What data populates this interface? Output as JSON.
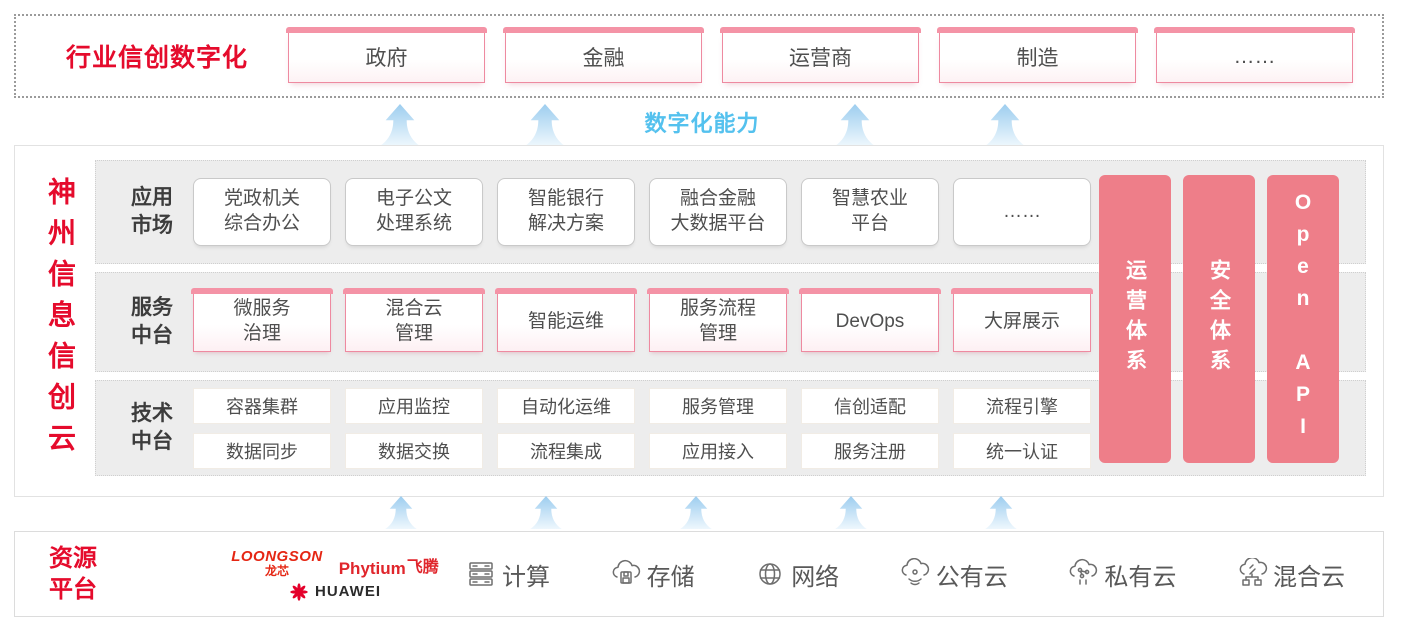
{
  "colors": {
    "brand_red": "#e50b2c",
    "pillar_pink": "#ee7e89",
    "box_border_pink": "#ee8aa0",
    "box_cap_pink": "#f493a6",
    "capability_blue": "#54c1ee",
    "layer_row_gray": "#ededed"
  },
  "top_banner": {
    "title": "行业信创数字化",
    "industries": [
      "政府",
      "金融",
      "运营商",
      "制造",
      "……"
    ]
  },
  "capability": {
    "label": "数字化能力"
  },
  "platform": {
    "title": "神州信息信创云",
    "rows": [
      {
        "label": "应用市场",
        "boxes": [
          "党政机关\n综合办公",
          "电子公文\n处理系统",
          "智能银行\n解决方案",
          "融合金融\n大数据平台",
          "智慧农业\n平台",
          "……"
        ]
      },
      {
        "label": "服务中台",
        "boxes": [
          "微服务\n治理",
          "混合云\n管理",
          "智能运维",
          "服务流程\n管理",
          "DevOps",
          "大屏展示"
        ]
      },
      {
        "label": "技术中台",
        "boxes_top": [
          "容器集群",
          "应用监控",
          "自动化运维",
          "服务管理",
          "信创适配",
          "流程引擎"
        ],
        "boxes_bottom": [
          "数据同步",
          "数据交换",
          "流程集成",
          "应用接入",
          "服务注册",
          "统一认证"
        ]
      }
    ],
    "pillars": [
      "运营体系",
      "安全体系",
      "Open API"
    ]
  },
  "resources": {
    "title": "资源\n平台",
    "vendors": {
      "loongson_en": "LOONGSON",
      "loongson_cn": "龙芯",
      "phytium_en": "Phytium",
      "phytium_cn": "飞腾",
      "huawei": "HUAWEI"
    },
    "items": [
      {
        "icon": "server-icon",
        "label": "计算"
      },
      {
        "icon": "storage-cloud-icon",
        "label": "存储"
      },
      {
        "icon": "network-globe-icon",
        "label": "网络"
      },
      {
        "icon": "public-cloud-icon",
        "label": "公有云"
      },
      {
        "icon": "private-cloud-icon",
        "label": "私有云"
      },
      {
        "icon": "hybrid-cloud-icon",
        "label": "混合云"
      }
    ]
  }
}
